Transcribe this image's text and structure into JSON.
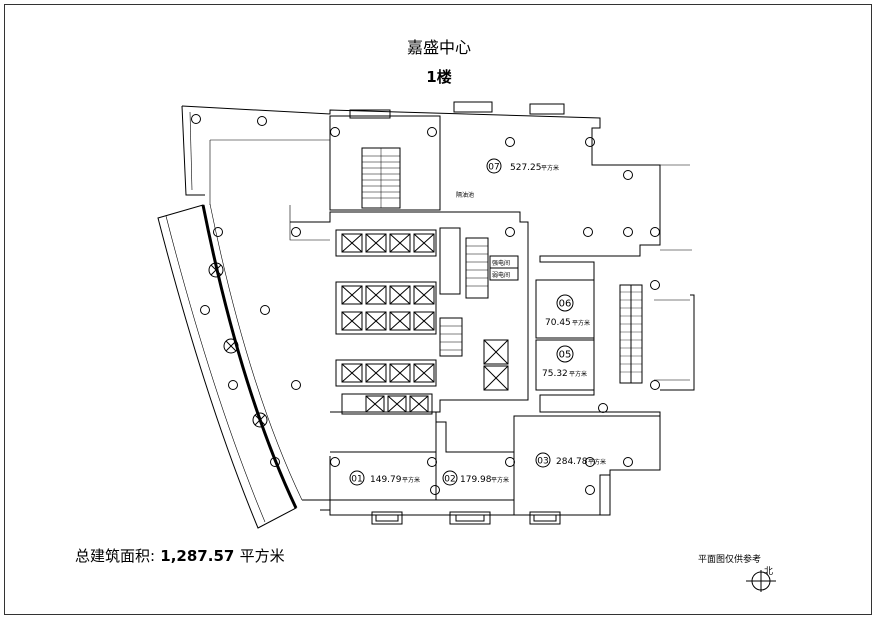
{
  "title": "嘉盛中心",
  "floor": "1楼",
  "total": {
    "label": "总建筑面积:",
    "value": "1,287.57",
    "unit": "平方米"
  },
  "note": "平面图仅供参考",
  "north_label": "北",
  "area_unit": "平方米",
  "units": [
    {
      "number": "07",
      "area": "527.25"
    },
    {
      "number": "06",
      "area": "70.45"
    },
    {
      "number": "05",
      "area": "75.32"
    },
    {
      "number": "01",
      "area": "149.79"
    },
    {
      "number": "02",
      "area": "179.98"
    },
    {
      "number": "03",
      "area": "284.78"
    }
  ],
  "room_labels": {
    "water_room": "隔油池",
    "strong_power": "强电间",
    "weak_power": "弱电间"
  }
}
